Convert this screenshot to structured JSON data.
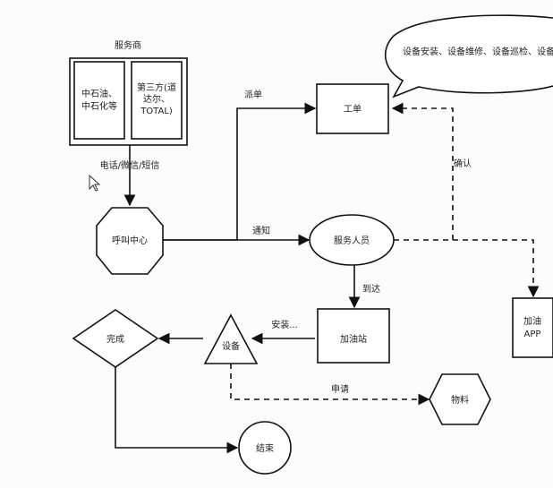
{
  "nodes": {
    "provider_group": "服务商",
    "provider_left_line1": "中石油、",
    "provider_left_line2": "中石化等",
    "provider_right_line1": "第三方(道",
    "provider_right_line2": "达尔、",
    "provider_right_line3": "TOTAL)",
    "callcenter": "呼叫中心",
    "workorder": "工单",
    "servicestaff": "服务人员",
    "gasstation": "加油站",
    "device": "设备",
    "done": "完成",
    "end": "结束",
    "material": "物料",
    "app_line1": "加油",
    "app_line2": "APP",
    "callout": "设备安装、设备维修、设备巡检、设备"
  },
  "edges": {
    "contact": "电话/微信/短信",
    "dispatch": "派单",
    "notify": "通知",
    "confirm": "确认",
    "arrive": "到达",
    "install": "安装...",
    "apply": "申请"
  }
}
